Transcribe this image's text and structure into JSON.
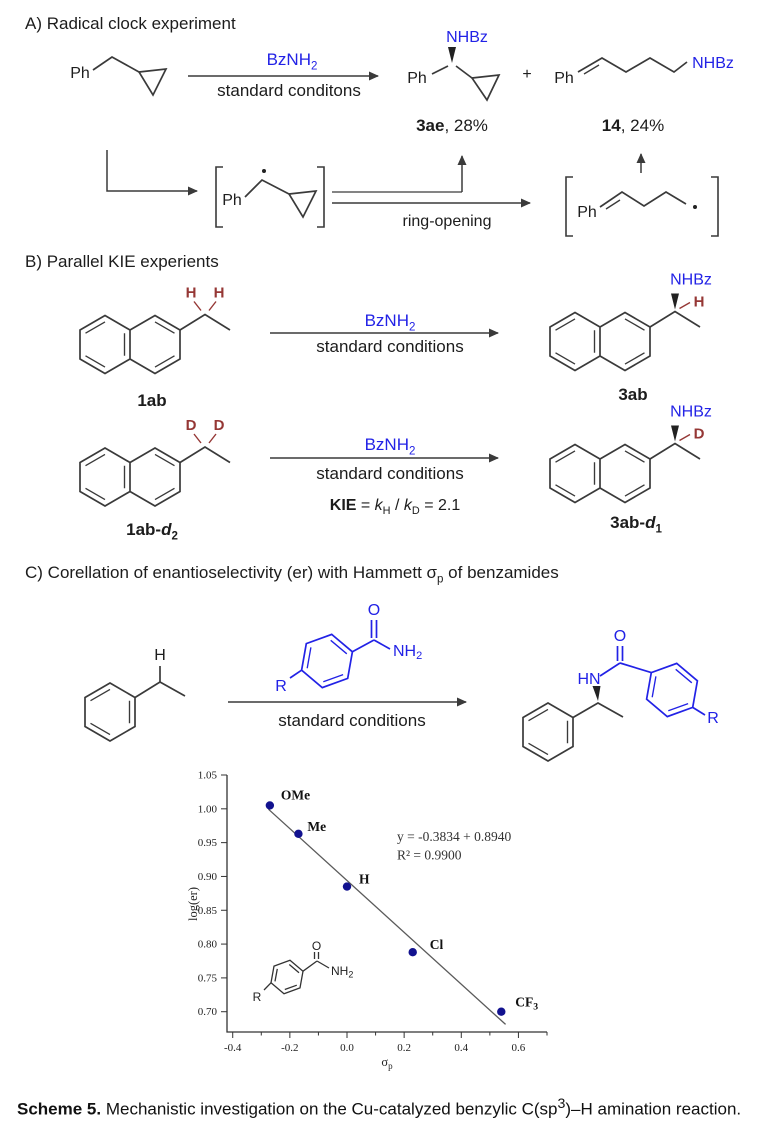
{
  "colors": {
    "accent_blue": "#2222e6",
    "label_maroon": "#953735",
    "bond_gray": "#3a3a3a",
    "point_navy": "#12128f"
  },
  "atoms": {
    "ph": "Ph",
    "nhbz": "NHBz",
    "h": "H",
    "d": "D",
    "o": "O",
    "hn": "HN",
    "r": "R",
    "nh": "NH",
    "sub2": "2",
    "plus": "+"
  },
  "section_a": {
    "title": "A) Radical clock experiment",
    "reagent_base": "BzNH",
    "reagent_sub": "2",
    "conditions": "standard conditons",
    "ring_opening": "ring-opening",
    "product1_name": "3ae",
    "product1_yield": ", 28%",
    "product2_name": "14",
    "product2_yield": ", 24%"
  },
  "section_b": {
    "title": "B) Parallel KIE experients",
    "reagent_base": "BzNH",
    "reagent_sub": "2",
    "conditions": "standard conditions",
    "kie": {
      "label": "KIE",
      "eq": " = ",
      "k1": "k",
      "sub_h": "H",
      "slash": " / ",
      "k2": "k",
      "sub_d": "D",
      "value": " = 2.1"
    },
    "sm1_label": "1ab",
    "sm2_pre": "1ab-",
    "sm2_d": "d",
    "sm2_sub": "2",
    "p1_label": "3ab",
    "p2_pre": "3ab-",
    "p2_d": "d",
    "p2_sub": "1"
  },
  "section_c": {
    "title_pre": "C) Corellation of enantioselectivity (er) with Hammett σ",
    "title_sub": "p",
    "title_post": " of benzamides",
    "conditions": "standard conditions"
  },
  "caption": {
    "bold": "Scheme 5.",
    "body": " Mechanistic investigation on the Cu-catalyzed benzylic C(sp",
    "sup": "3",
    "tail": ")–H amination reaction."
  },
  "chart_data": {
    "type": "scatter",
    "xlabel": "σ_p",
    "ylabel": "log(er)",
    "xlim": [
      -0.42,
      0.7
    ],
    "ylim": [
      0.67,
      1.05
    ],
    "xticks": [
      -0.4,
      -0.2,
      0.0,
      0.2,
      0.4,
      0.6
    ],
    "xtick_labels": [
      "-0.4",
      "-0.2",
      "0.0",
      "0.2",
      "0.4",
      "0.6"
    ],
    "yticks": [
      0.7,
      0.75,
      0.8,
      0.85,
      0.9,
      0.95,
      1.0,
      1.05
    ],
    "ytick_labels": [
      "0.70",
      "0.75",
      "0.80",
      "0.85",
      "0.90",
      "0.95",
      "1.00",
      "1.05"
    ],
    "minor_xtick_step": 0.1,
    "points": [
      {
        "x": -0.27,
        "y": 1.005,
        "label": "OMe"
      },
      {
        "x": -0.17,
        "y": 0.963,
        "label": "Me"
      },
      {
        "x": 0.0,
        "y": 0.885,
        "label": "H"
      },
      {
        "x": 0.23,
        "y": 0.788,
        "label": "Cl"
      },
      {
        "x": 0.54,
        "y": 0.7,
        "label": "CF_3"
      }
    ],
    "fit_line": {
      "slope": -0.3834,
      "intercept": 0.894,
      "x_start": -0.275,
      "x_end": 0.555
    },
    "annotations": [
      "y = -0.3834 + 0.8940",
      "R² = 0.9900"
    ],
    "point_color": "#12128f",
    "line_color": "#5a5a5a",
    "grid": false,
    "legend": null
  }
}
